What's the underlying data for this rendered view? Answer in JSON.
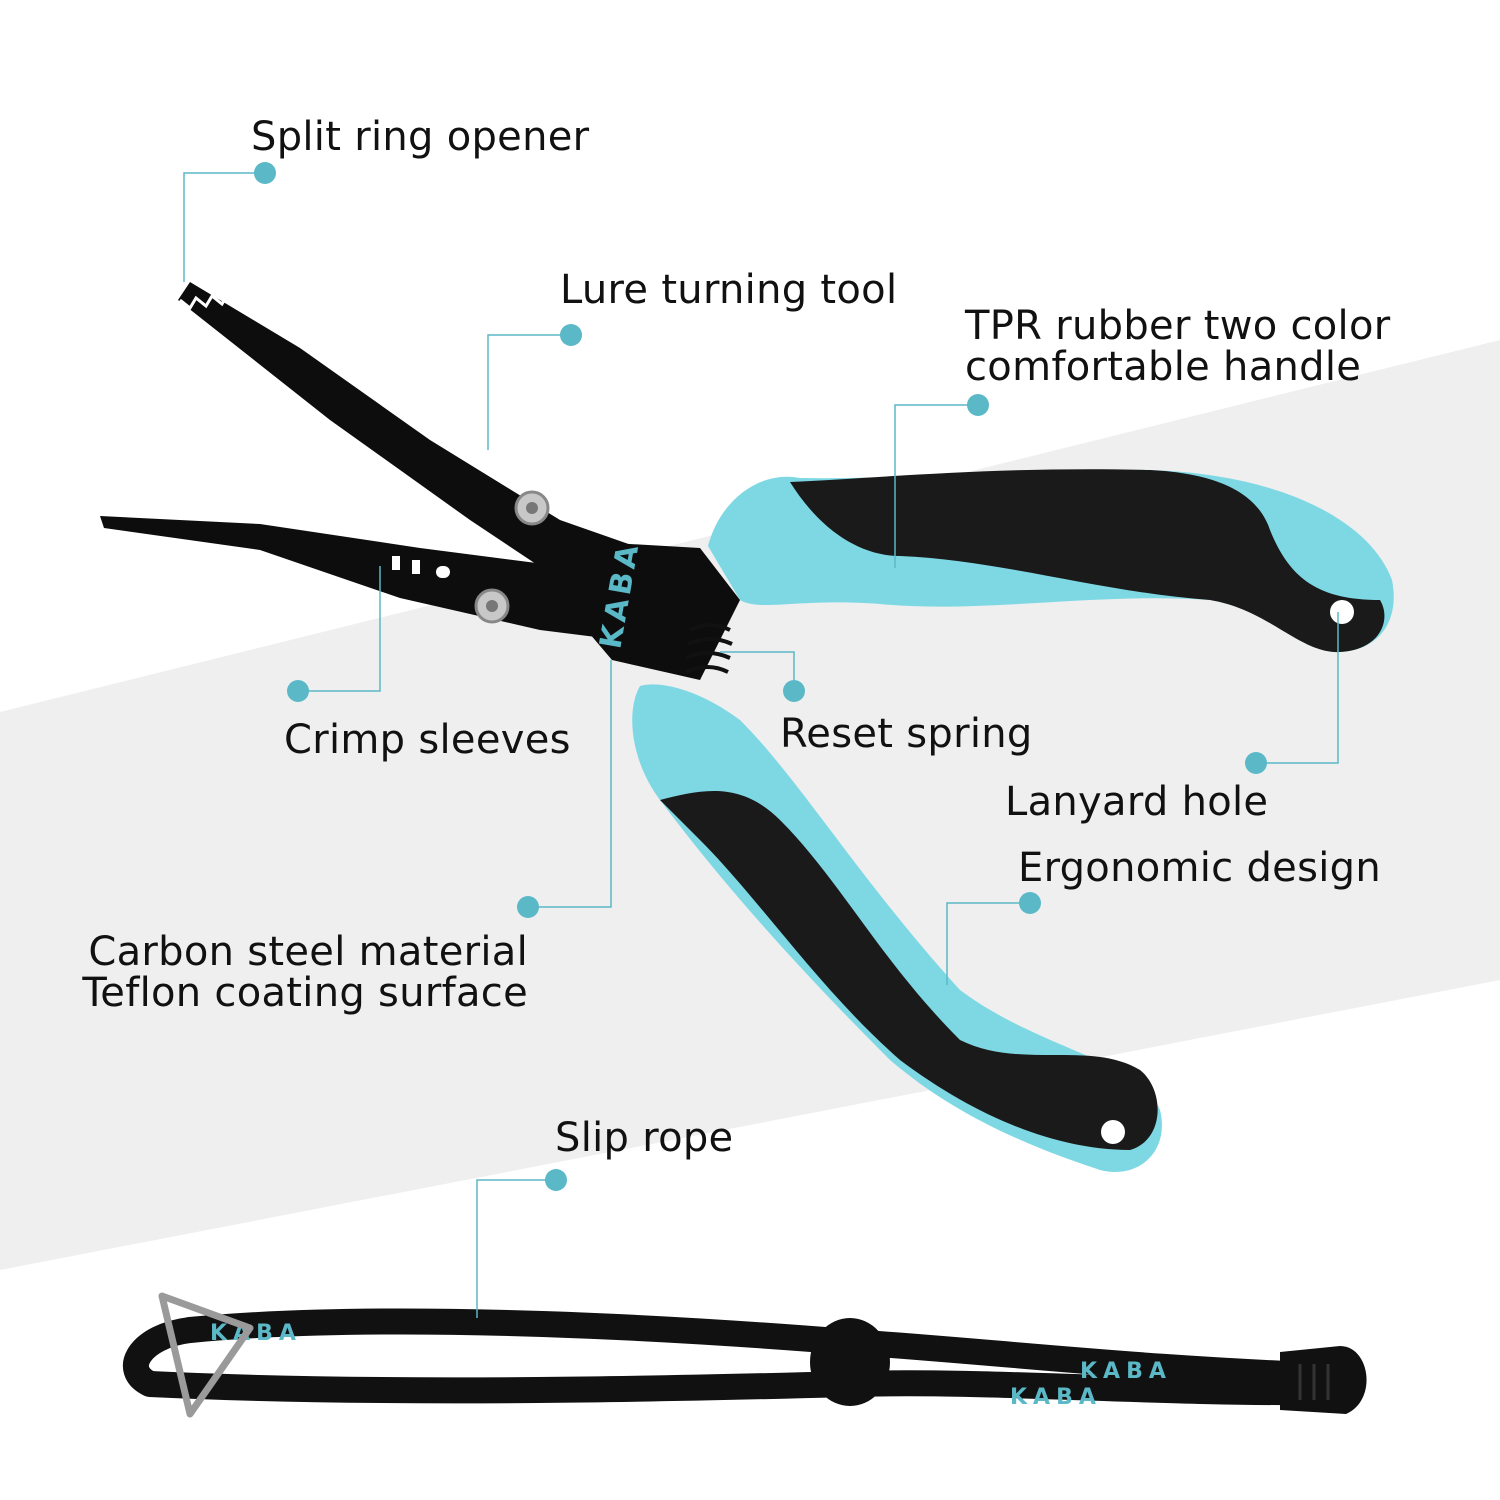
{
  "colors": {
    "background": "#ffffff",
    "band": "#efefef",
    "accent": "#5ab8c7",
    "handle_teal": "#7ed8e4",
    "handle_black": "#1a1a1a",
    "metal": "#0d0d0d",
    "text": "#111111"
  },
  "product": {
    "brand_mark": "KABA"
  },
  "labels": {
    "split_ring_opener": "Split ring opener",
    "lure_turning_tool": "Lure turning tool",
    "tpr_handle_line1": "TPR rubber two color",
    "tpr_handle_line2": "comfortable handle",
    "crimp_sleeves": "Crimp sleeves",
    "reset_spring": "Reset spring",
    "lanyard_hole": "Lanyard hole",
    "ergonomic_design": "Ergonomic design",
    "carbon_steel_line1": "Carbon steel material",
    "carbon_steel_line2": "Teflon coating surface",
    "slip_rope": "Slip rope"
  }
}
